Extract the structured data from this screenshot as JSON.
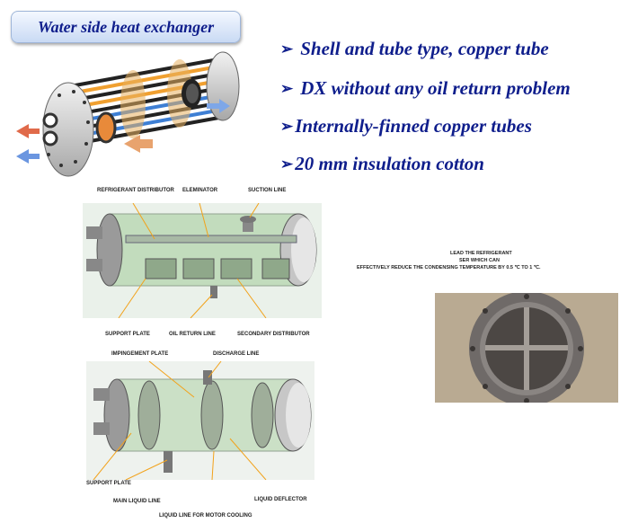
{
  "header": {
    "title": "Water side heat exchanger"
  },
  "bullets": [
    "Shell and tube type, copper tube",
    "DX without any oil return problem",
    "Internally-finned copper tubes",
    "20 mm insulation cotton"
  ],
  "diagram_top": {
    "labels": {
      "refrigerant_distributor": "REFRIGERANT DISTRIBUTOR",
      "eleminator": "ELEMINATOR",
      "suction_line": "SUCTION LINE",
      "support_plate": "SUPPORT PLATE",
      "oil_return_line": "OIL RETURN LINE",
      "secondary_distributor": "SECONDARY DISTRIBUTOR"
    }
  },
  "diagram_bottom": {
    "labels": {
      "impingement_plate": "IMPINGEMENT PLATE",
      "discharge_line": "DISCHARGE LINE",
      "support_plate": "SUPPORT PLATE",
      "main_liquid_line": "MAIN LIQUID LINE",
      "liquid_deflector": "LIQUID DEFLECTOR",
      "liquid_line_motor": "LIQUID LINE FOR MOTOR COOLING"
    }
  },
  "note": {
    "line1": "LEAD THE REFRIGERANT",
    "line2": "SER WHICH CAN",
    "line3": "EFFECTIVELY REDUCE THE CONDENSING TEMPERATURE BY 0.5 ℃ TO 1 ℃."
  }
}
